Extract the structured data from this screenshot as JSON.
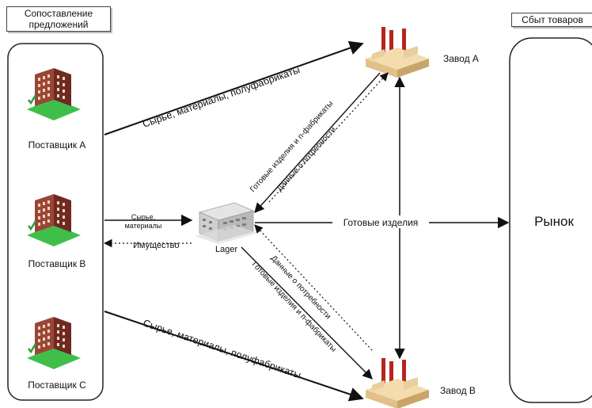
{
  "panels": {
    "suppliers_header": [
      "Сопоставление",
      "предложений"
    ],
    "market_header": "Сбыт товаров",
    "market_label": "Рынок"
  },
  "suppliers": [
    "Поставщик A",
    "Поставщик B",
    "Поставщик C"
  ],
  "nodes": {
    "warehouse": "Lager",
    "factory_a": "Завод A",
    "factory_b": "Завод B"
  },
  "edges": {
    "supplier_a_to_factory_a": "Сырье, материалы, полуфабрикаты",
    "supplier_c_to_factory_b": "Сырье, материалы, полуфабрикаты",
    "supplier_b_to_warehouse": [
      "Сырье,",
      "материалы"
    ],
    "warehouse_to_supplier_b": "Имущество",
    "factory_a_finished": "Готовые изделия и п-фабрикаты",
    "factory_a_demand": "Данные о потребности",
    "factory_b_demand": "Данные о потребности",
    "factory_b_finished": "Готовые изделия и п-фабрикаты",
    "to_market": "Готовые изделия"
  },
  "colors": {
    "building_brick": "#8a3a30",
    "grass": "#3fbf4a",
    "factory_base": "#f0d7a8",
    "chimney": "#b5261e"
  }
}
